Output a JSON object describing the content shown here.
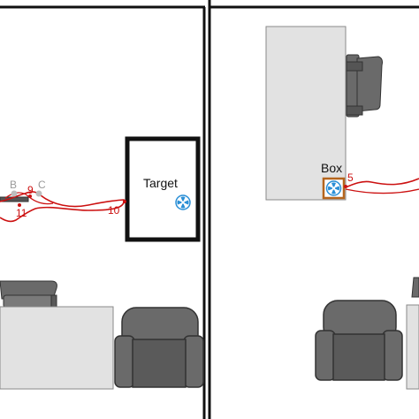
{
  "panels": {
    "left": {
      "target_label": "Target",
      "points": {
        "b": "B",
        "c": "C",
        "nine": "9",
        "eleven": "11",
        "ten": "10"
      }
    },
    "right": {
      "box_label": "Box",
      "point_five": "5"
    }
  },
  "colors": {
    "trajectory": "#cc1111",
    "wall": "#111111",
    "desk_fill": "#e2e2e2",
    "chair_fill": "#6a6a6a",
    "box_border": "#b5651d",
    "fan_blue": "#2a8fd6"
  },
  "icons": {
    "fan": "fan-icon",
    "armchair": "armchair-icon",
    "office_chair": "office-chair-icon"
  }
}
